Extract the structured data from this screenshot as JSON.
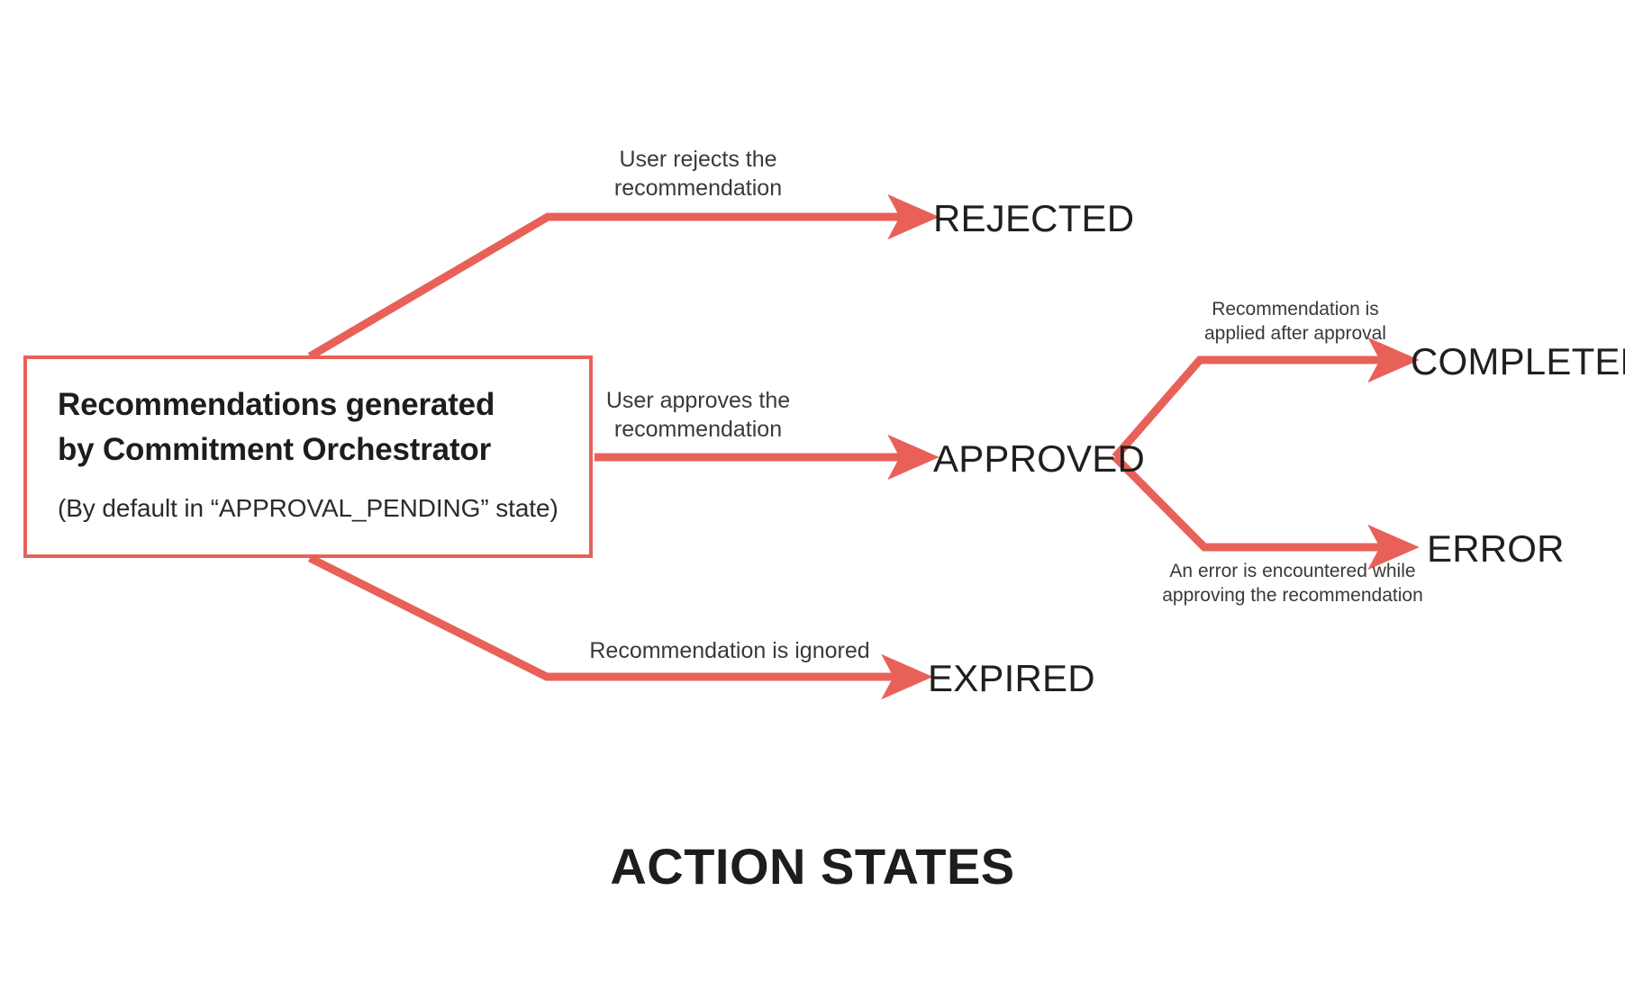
{
  "diagram": {
    "title": "ACTION STATES",
    "accent_color": "#E86159",
    "text_color": "#1f1f1f",
    "background": "#ffffff",
    "type": "state-flow"
  },
  "source": {
    "title": "Recommendations generated\nby Commitment Orchestrator",
    "subtitle": "(By default in “APPROVAL_PENDING” state)"
  },
  "states": {
    "rejected": "REJECTED",
    "approved": "APPROVED",
    "expired": "EXPIRED",
    "completed": "COMPLETED",
    "error": "ERROR"
  },
  "transitions": {
    "to_rejected": "User rejects the\nrecommendation",
    "to_approved": "User approves the\nrecommendation",
    "to_expired": "Recommendation is ignored",
    "to_completed": "Recommendation is\napplied after approval",
    "to_error": "An error is encountered while\napproving the recommendation"
  }
}
